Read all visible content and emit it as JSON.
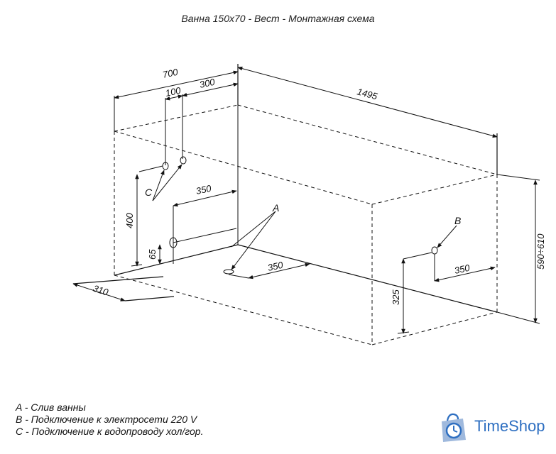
{
  "title": "Ванна 150х70 - Вест - Монтажная схема",
  "dimensions": {
    "width": "700",
    "d100": "100",
    "d300": "300",
    "length": "1495",
    "d350_top": "350",
    "d350_drain": "350",
    "d350_right": "350",
    "d400": "400",
    "d65": "65",
    "d310": "310",
    "d325": "325",
    "height": "590÷610"
  },
  "markers": {
    "a": "A",
    "b": "B",
    "c": "C"
  },
  "legend": [
    "A - Слив ванны",
    "B - Подключение к электросети 220 V",
    "C - Подключение к водопроводу хол/гор."
  ],
  "brand": {
    "name": "TimeShop",
    "color": "#2e6fc1"
  }
}
